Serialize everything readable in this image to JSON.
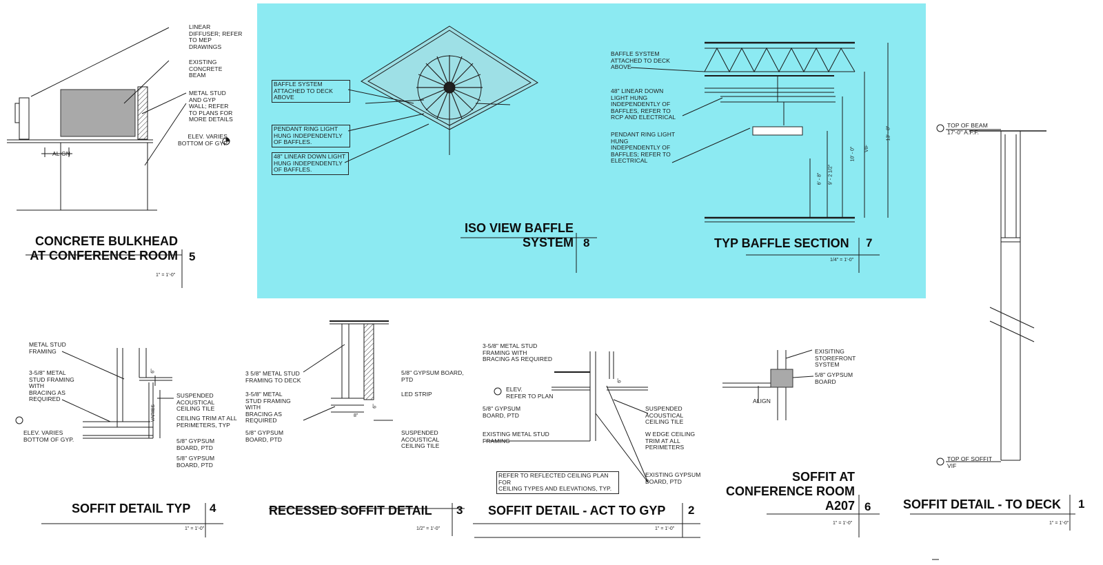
{
  "details": [
    {
      "id": "5",
      "title": "CONCRETE BULKHEAD\nAT CONFERENCE ROOM",
      "number": "5",
      "scale": "1\" = 1'-0\"",
      "notes": [
        "LINEAR\nDIFFUSER; REFER\nTO MEP\nDRAWINGS",
        "EXISTING\nCONCRETE\nBEAM",
        "METAL STUD\nAND GYP\nWALL; REFER\nTO PLANS FOR\nMORE DETAILS",
        "ELEV. VARIES\nBOTTOM OF GYP",
        "ALIGN"
      ]
    },
    {
      "id": "8",
      "title": "ISO VIEW BAFFLE\nSYSTEM",
      "number": "8",
      "scale": "",
      "notes": [
        "BAFFLE SYSTEM\nATTACHED TO DECK\nABOVE",
        "PENDANT RING LIGHT\nHUNG INDEPENDENTLY\nOF BAFFLES.",
        "48\" LINEAR DOWN LIGHT\nHUNG INDEPENDENTLY\nOF BAFFLES."
      ]
    },
    {
      "id": "7",
      "title": "TYP BAFFLE SECTION",
      "number": "7",
      "scale": "1/4\" = 1'-0\"",
      "notes": [
        "BAFFLE SYSTEM\nATTACHED TO DECK\nABOVE",
        "48\" LINEAR DOWN\nLIGHT HUNG\nINDEPENDENTLY OF\nBAFFLES, REFER TO\nRCP AND ELECTRICAL",
        "PENDANT RING LIGHT\nHUNG\nINDEPENDENTLY OF\nBAFFLES; REFER TO\nELECTRICAL"
      ],
      "dims": [
        "13' - 8\"",
        "VIF",
        "10' - 0\"",
        "9' - 2 1/2\"",
        "6' - 8\""
      ]
    },
    {
      "id": "4",
      "title": "SOFFIT DETAIL TYP",
      "number": "4",
      "scale": "1\" = 1'-0\"",
      "notes": [
        "METAL STUD\nFRAMING",
        "3-5/8\" METAL\nSTUD FRAMING\nWITH\nBRACING AS\nREQUIRED",
        "ELEV. VARIES\nBOTTOM OF GYP.",
        "SUSPENDED\nACOUSTICAL\nCEILING TILE",
        "CEILING TRIM AT ALL\nPERIMETERS, TYP",
        "5/8\" GYPSUM\nBOARD, PTD",
        "5/8\" GYPSUM\nBOARD, PTD",
        "VARIES",
        "6\""
      ]
    },
    {
      "id": "3",
      "title": "RECESSED SOFFIT DETAIL",
      "number": "3",
      "scale": "1/2\" = 1'-0\"",
      "notes": [
        "3 5/8\" METAL STUD\nFRAMING TO DECK",
        "3-5/8\" METAL\nSTUD FRAMING\nWITH\nBRACING AS\nREQUIRED",
        "5/8\" GYPSUM\nBOARD, PTD",
        "5/8\" GYPSUM BOARD,\nPTD",
        "LED STRIP",
        "SUSPENDED\nACOUSTICAL\nCEILING TILE",
        "8\"",
        "6\""
      ]
    },
    {
      "id": "2",
      "title": "SOFFIT DETAIL - ACT TO GYP",
      "number": "2",
      "scale": "1\" = 1'-0\"",
      "notes": [
        "3-5/8\" METAL STUD\nFRAMING WITH\nBRACING AS REQUIRED",
        "ELEV.\nREFER TO PLAN",
        "5/8\" GYPSUM\nBOARD, PTD",
        "EXISTING METAL STUD\nFRAMING",
        "SUSPENDED\nACOUSTICAL\nCEILING TILE",
        "W EDGE CEILING\nTRIM AT ALL\nPERIMETERS",
        "EXISTING GYPSUM\nBOARD, PTD",
        "REFER TO REFLECTED CEILING PLAN FOR\nCEILING TYPES AND ELEVATIONS, TYP.",
        "6\""
      ]
    },
    {
      "id": "6",
      "title": "SOFFIT AT\nCONFERENCE ROOM\nA207",
      "number": "6",
      "scale": "1\" = 1'-0\"",
      "notes": [
        "EXISITING\nSTOREFRONT\nSYSTEM",
        "5/8\" GYPSUM\nBOARD",
        "ALIGN"
      ]
    },
    {
      "id": "1",
      "title": "SOFFIT DETAIL - TO DECK",
      "number": "1",
      "scale": "1\" = 1'-0\"",
      "notes": [
        "TOP OF BEAM\n17'-0\" A.F.F.",
        "TOP OF SOFFIT\nVIF"
      ]
    }
  ],
  "colors": {
    "highlight": "#8ceaf2",
    "line": "#1a1a1a",
    "fill": "#a9a9a9"
  }
}
